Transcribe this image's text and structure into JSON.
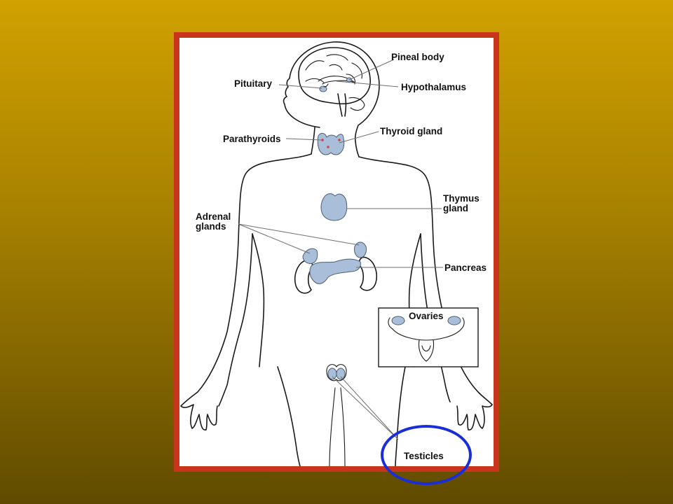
{
  "labels": {
    "pineal_body": "Pineal body",
    "pituitary": "Pituitary",
    "hypothalamus": "Hypothalamus",
    "thyroid_gland": "Thyroid gland",
    "parathyroids": "Parathyroids",
    "thymus_line1": "Thymus",
    "thymus_line2": "gland",
    "adrenal_line1": "Adrenal",
    "adrenal_line2": "glands",
    "pancreas": "Pancreas",
    "ovaries": "Ovaries",
    "testicles": "Testicles"
  },
  "colors": {
    "frame": "#c9341c",
    "gland_fill": "#a9bed8",
    "highlight_ring": "#1a2ed8"
  }
}
